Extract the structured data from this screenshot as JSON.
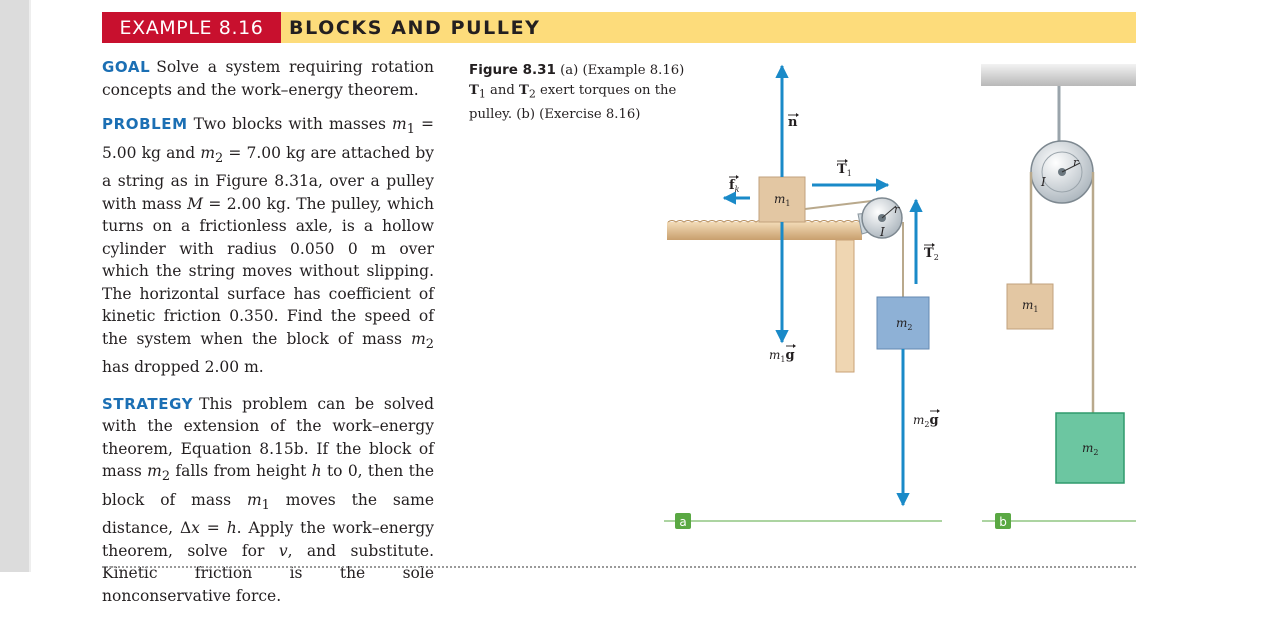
{
  "header": {
    "example_number": "EXAMPLE 8.16",
    "title": "BLOCKS AND PULLEY"
  },
  "goal": {
    "heading": "GOAL",
    "text": "Solve a system requiring rotation concepts and the work–energy theorem."
  },
  "problem": {
    "heading": "PROBLEM",
    "text_1": "Two blocks with masses",
    "m1_sym": "m",
    "m1_sub": "1",
    "text_2": " = 5.00 kg and ",
    "m2_sym": "m",
    "m2_sub": "2",
    "text_3": " = 7.00 kg are attached by a string as in Figure 8.31a, over a pulley with mass ",
    "M_sym": "M",
    "text_4": " = 2.00 kg. The pulley, which turns on a frictionless axle, is a hollow cylinder with radius 0.050 0 m over which the string moves without slipping. The horizontal surface has coefficient of kinetic friction 0.350. Find the speed of the system when the block of mass ",
    "m2b_sym": "m",
    "m2b_sub": "2",
    "text_5": " has dropped 2.00 m."
  },
  "strategy": {
    "heading": "STRATEGY",
    "text_1": "This problem can be solved with the extension of the work–energy theorem, Equation 8.15b. If the block of mass ",
    "m2_sym": "m",
    "m2_sub": "2",
    "text_2": " falls from height ",
    "h_sym": "h",
    "text_3": " to 0, then the block of mass ",
    "m1_sym": "m",
    "m1_sub": "1",
    "text_4": " moves the same distance, Δ",
    "x_sym": "x",
    "text_5": " = ",
    "h2_sym": "h",
    "text_6": ". Apply the work–energy theorem, solve for ",
    "v_sym": "v",
    "text_7": ", and substitute. Kinetic friction is the sole nonconservative force."
  },
  "figure": {
    "label": "Figure 8.31",
    "caption_1": "(a) (Example 8.16)",
    "t1": "T",
    "t1_sub": "1",
    "caption_2": " and ",
    "t2": "T",
    "t2_sub": "2",
    "caption_3": " exert torques on the pulley. (b) (Exercise 8.16)",
    "panel_a": "a",
    "panel_b": "b",
    "labels": {
      "n": "n",
      "fk": "f",
      "fk_sub": "k",
      "T1": "T",
      "T1_sub": "1",
      "T2": "T",
      "T2_sub": "2",
      "m1": "m",
      "m1_sub": "1",
      "m2": "m",
      "m2_sub": "2",
      "m1g": "m",
      "m1g_sub": "1",
      "m1g_g": "g",
      "m2g": "m",
      "m2g_sub": "2",
      "m2g_g": "g",
      "r": "r",
      "I": "I",
      "b_m1": "m",
      "b_m1_sub": "1",
      "b_m2": "m",
      "b_m2_sub": "2",
      "b_r": "r",
      "b_I": "I"
    }
  },
  "colors": {
    "accent_red": "#c8102e",
    "title_bar": "#fddc7b",
    "heading_blue": "#1b6fb4",
    "arrow_blue": "#1a8ac8",
    "panel_label_green": "#5aa843",
    "block_tan": "#e3c7a3",
    "block_blue": "#8eb1d6",
    "block_green": "#6cc6a1"
  }
}
